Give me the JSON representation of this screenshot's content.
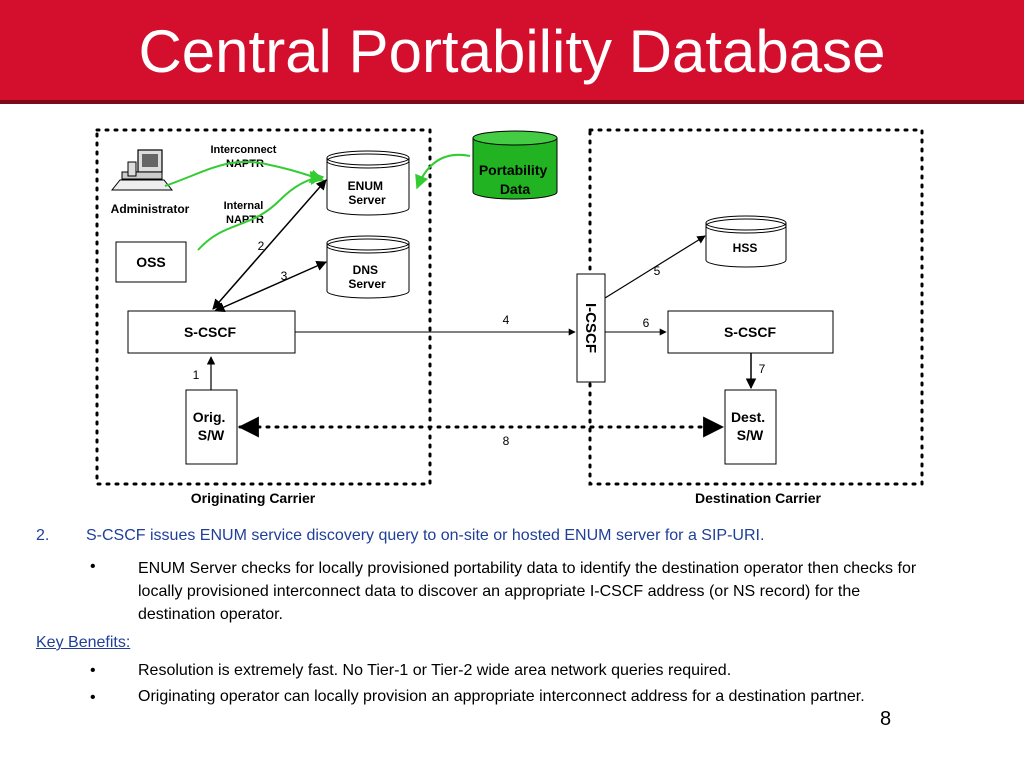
{
  "slide": {
    "title": "Central Portability Database",
    "page_number": "8"
  },
  "diagram": {
    "labels": {
      "interconnect_naptr": [
        "Interconnect",
        "NAPTR"
      ],
      "internal_naptr": [
        "Internal",
        "NAPTR"
      ],
      "administrator": "Administrator",
      "oss": "OSS",
      "enum_server": [
        "ENUM",
        "Server"
      ],
      "dns_server": [
        "DNS",
        "Server"
      ],
      "portability_data": [
        "Portability",
        "Data"
      ],
      "hss": "HSS",
      "s_cscf_orig": "S-CSCF",
      "s_cscf_dest": "S-CSCF",
      "i_cscf": "I-CSCF",
      "orig_sw": [
        "Orig.",
        "S/W"
      ],
      "dest_sw": [
        "Dest.",
        "S/W"
      ],
      "originating_carrier": "Originating Carrier",
      "destination_carrier": "Destination Carrier"
    },
    "step_numbers": [
      "1",
      "2",
      "3",
      "4",
      "5",
      "6",
      "7",
      "8"
    ]
  },
  "body": {
    "point": {
      "number": "2.",
      "text": "S-CSCF issues ENUM service discovery query to on-site or hosted ENUM server for a SIP-URI."
    },
    "point_bullet": "ENUM Server checks for locally provisioned portability data to identify the destination operator then checks for locally provisioned interconnect data to discover an appropriate I-CSCF address (or NS record) for the destination operator.",
    "key_benefits_label": "Key Benefits:",
    "benefits": [
      "Resolution is extremely fast.  No Tier-1 or Tier-2 wide area network queries required.",
      "Originating operator can locally provision an appropriate interconnect address for a destination partner."
    ],
    "bullet_char": "•"
  },
  "colors": {
    "title_bar": "#d40f2d",
    "accent_blue": "#1f3f99",
    "portability_green": "#22b322",
    "naptr_arrow_green": "#33cc33"
  }
}
